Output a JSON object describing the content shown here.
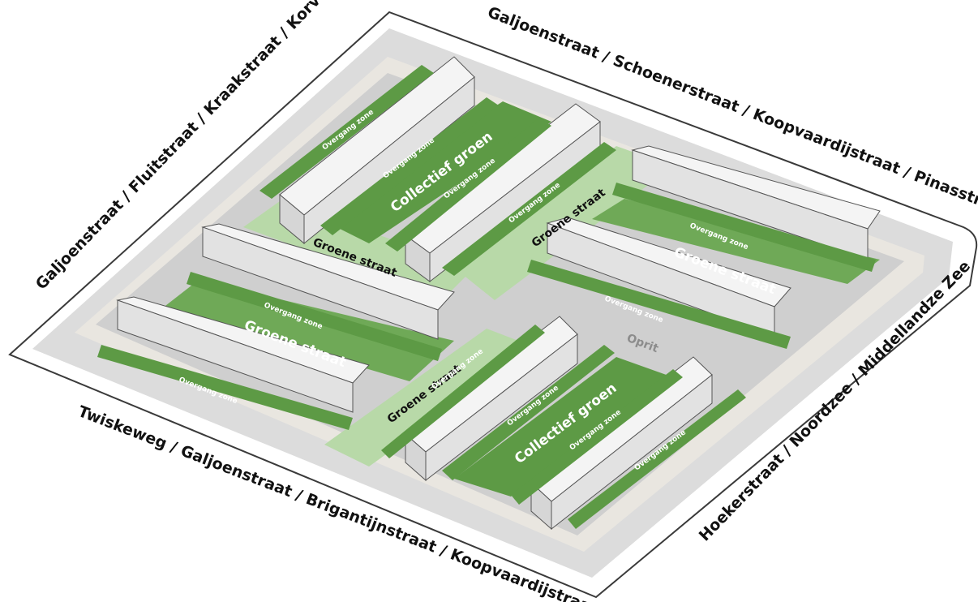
{
  "streets": {
    "west": "Galjoenstraat / Fluitstraat / Kraakstraat / Korvetstraat",
    "north": "Galjoenstraat / Schoenerstraat / Koopvaardijstraat / Pinasstraat",
    "south": "Twiskeweg / Galjoenstraat / Brigantijnstraat / Koopvaardijstraat",
    "east": "Hoekerstraat / Noordzee / Middellandze Zee"
  },
  "labels": {
    "collectief_groen": "Collectief groen",
    "groene_straat": "Groene straat",
    "overgang_zone": "Overgang zone",
    "oprit": "Oprit"
  },
  "colors": {
    "ground": "#dcdcdc",
    "sidewalk": "#e9e6e0",
    "road": "#cfcfcf",
    "dark_green": "#5d9a45",
    "mid_green": "#6fa957",
    "light_green": "#b8d9a8",
    "roof": "#f4f4f4",
    "wall": "#e2e2e2"
  }
}
